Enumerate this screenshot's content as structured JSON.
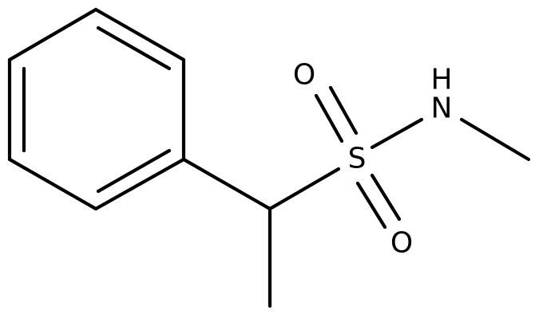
{
  "molecule": {
    "atoms": {
      "sulfur": "S",
      "oxygen_top": "O",
      "oxygen_bottom": "O",
      "nitrogen": "N",
      "hydrogen": "H"
    },
    "colors": {
      "bond": "#000000",
      "label": "#000000",
      "background": "#ffffff"
    }
  }
}
